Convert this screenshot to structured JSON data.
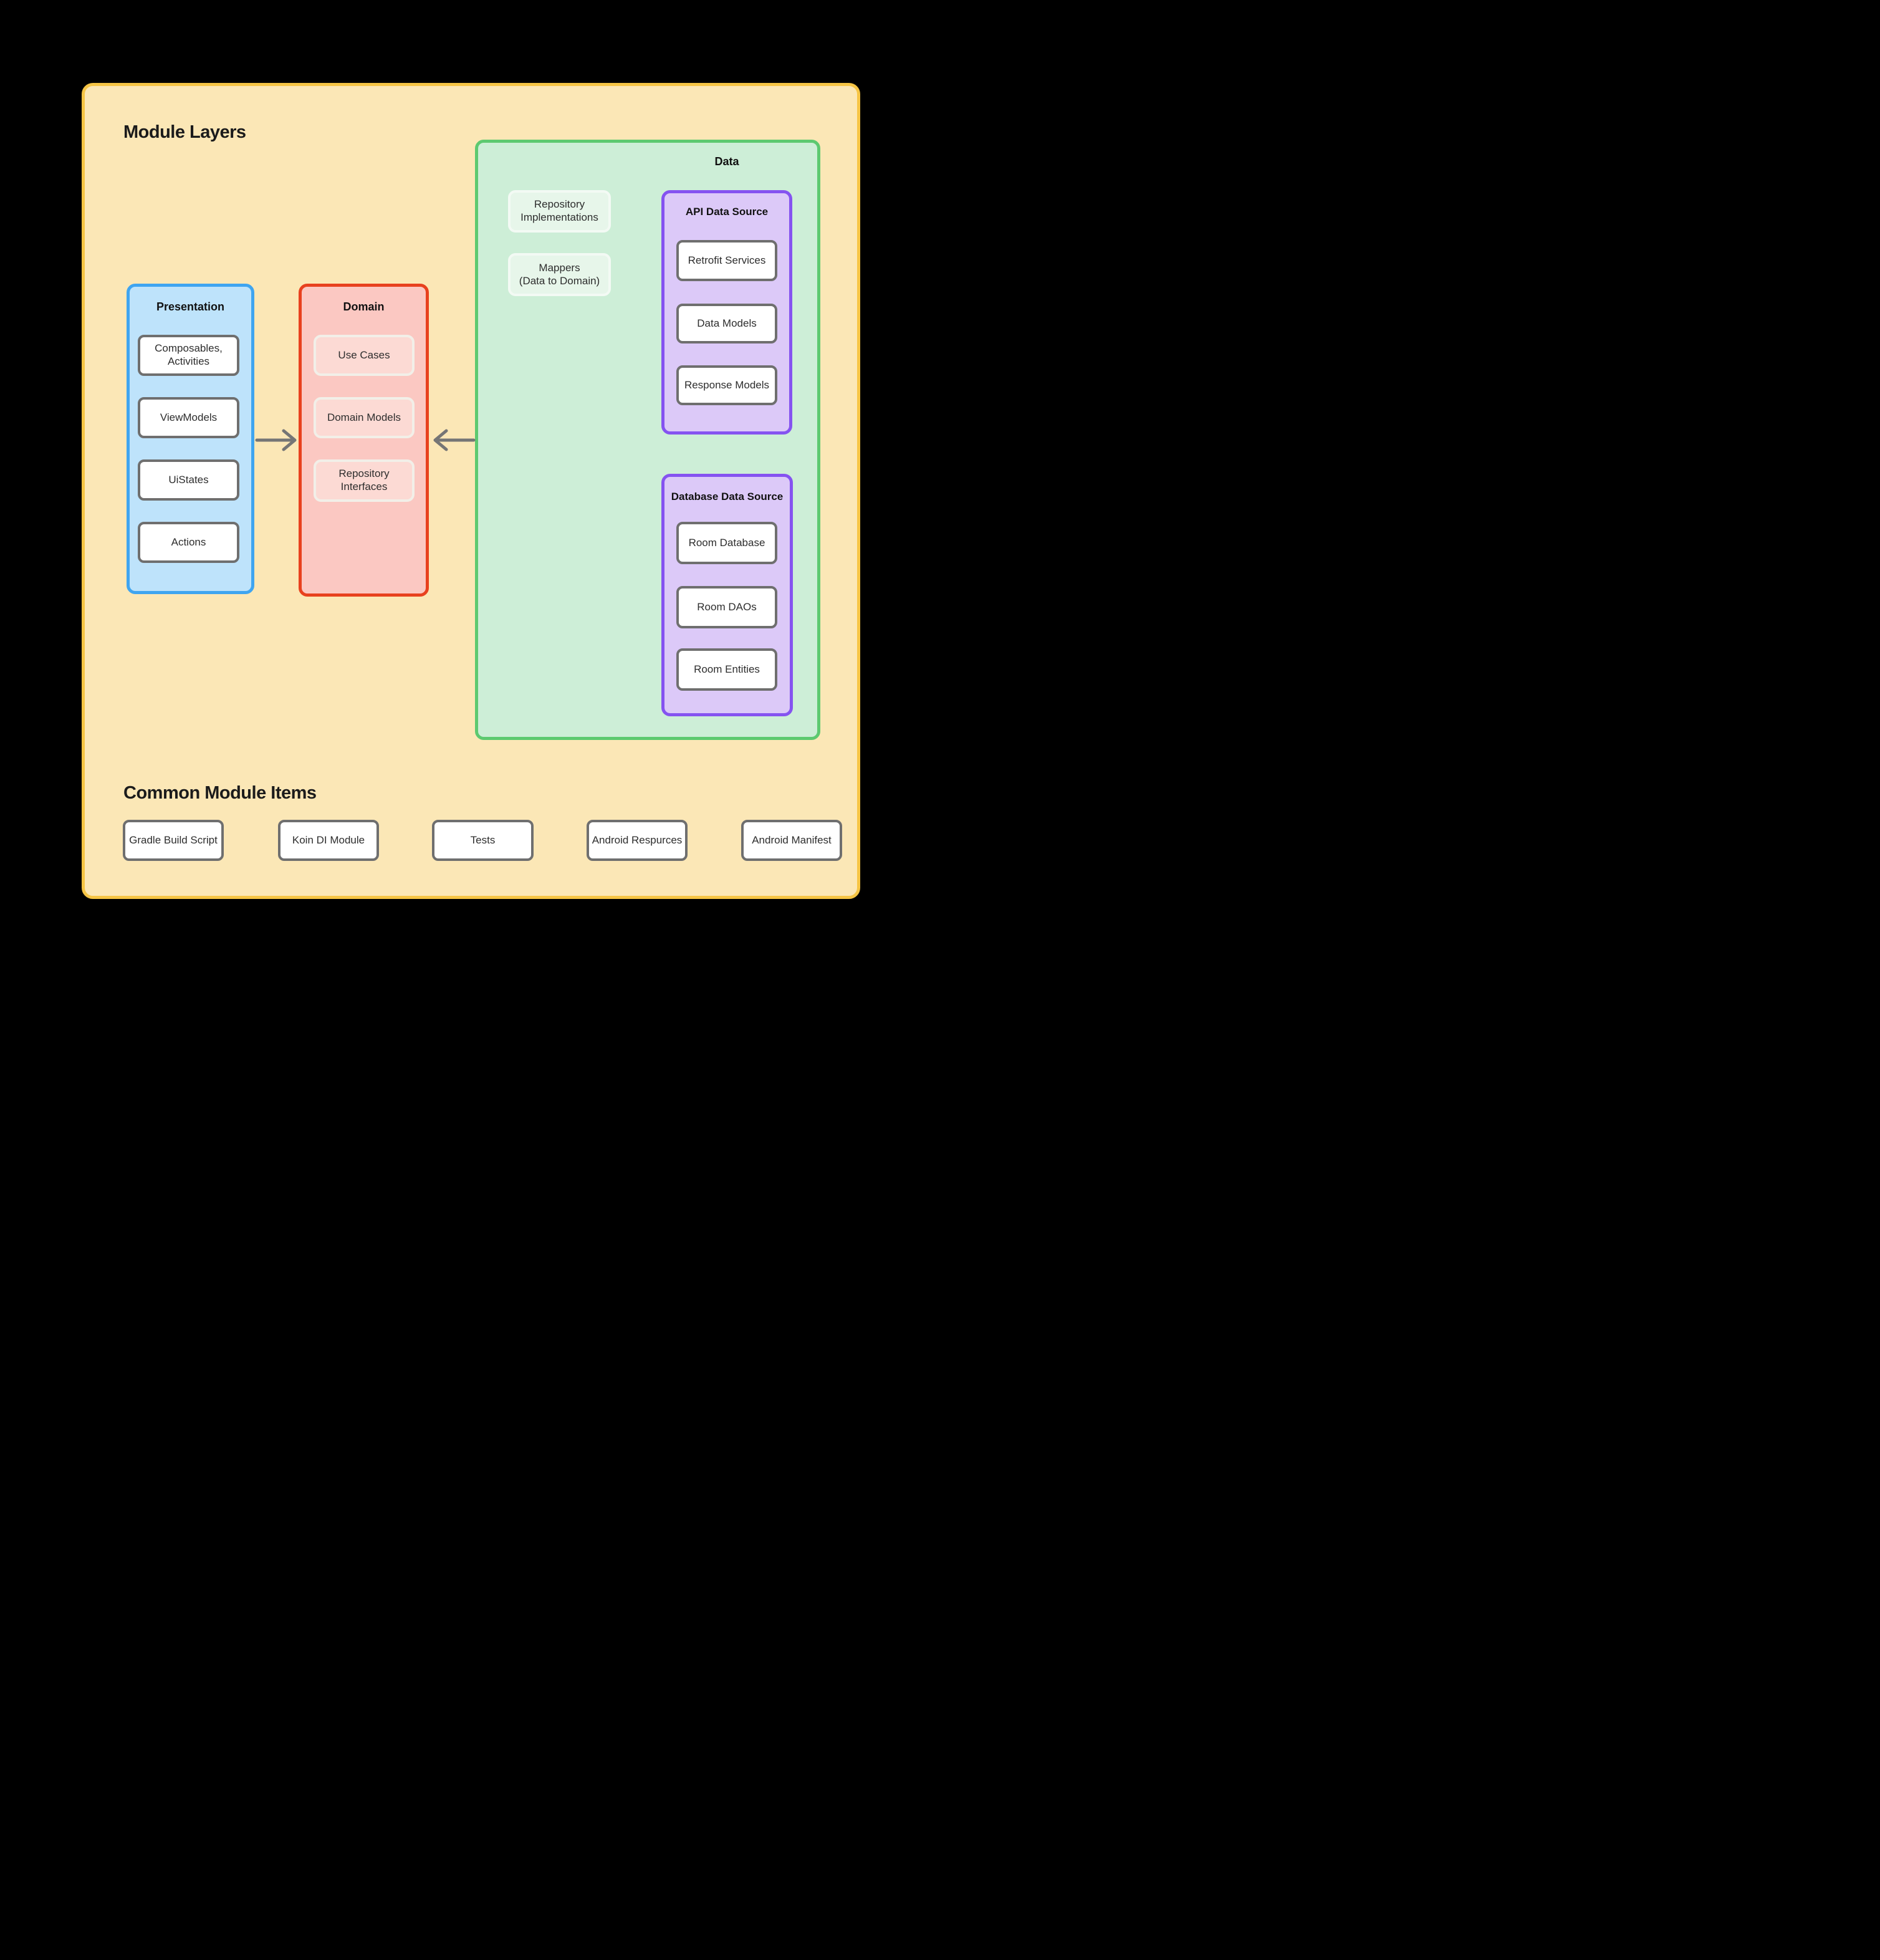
{
  "diagram": {
    "title": "Module Layers",
    "presentation": {
      "title": "Presentation",
      "nodes": [
        [
          "Composables,",
          "Activities"
        ],
        [
          "ViewModels"
        ],
        [
          "UiStates"
        ],
        [
          "Actions"
        ]
      ]
    },
    "domain": {
      "title": "Domain",
      "nodes": [
        [
          "Use Cases"
        ],
        [
          "Domain Models"
        ],
        [
          "Repository",
          "Interfaces"
        ]
      ]
    },
    "data": {
      "title": "Data",
      "nodes": [
        [
          "Repository",
          "Implementations"
        ],
        [
          "Mappers",
          "(Data to Domain)"
        ]
      ],
      "api": {
        "title": "API Data Source",
        "nodes": [
          [
            "Retrofit Services"
          ],
          [
            "Data Models"
          ],
          [
            "Response Models"
          ]
        ]
      },
      "database": {
        "title": "Database Data Source",
        "nodes": [
          [
            "Room Database"
          ],
          [
            "Room DAOs"
          ],
          [
            "Room Entities"
          ]
        ]
      }
    },
    "common": {
      "title": "Common Module Items",
      "nodes": [
        [
          "Gradle Build Script"
        ],
        [
          "Koin DI Module"
        ],
        [
          "Tests"
        ],
        [
          "Android Respurces"
        ],
        [
          "Android Manifest"
        ]
      ]
    },
    "colors": {
      "background": "#000000",
      "canvas_fill": "#FBE7B6",
      "canvas_border": "#F6C545",
      "presentation_fill": "#BEE3FB",
      "presentation_border": "#3FA5F0",
      "domain_fill": "#FBC8C2",
      "domain_border": "#E8411E",
      "data_fill": "#CDEED7",
      "data_border": "#5DC970",
      "datasource_fill": "#DCC9F8",
      "datasource_border": "#8553F0",
      "node_border": "#6F6F6F",
      "arrow": "#757575"
    }
  }
}
